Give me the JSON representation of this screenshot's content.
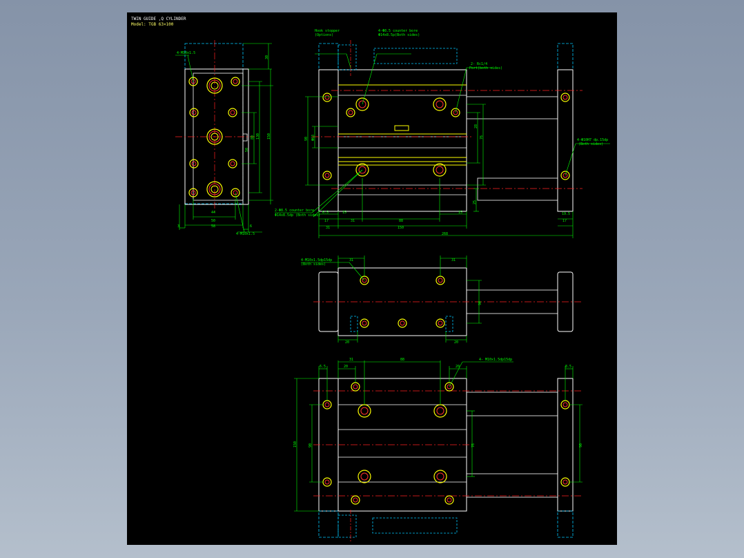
{
  "title": {
    "line1": "TWIN GUIDE ,Q CYLINDER",
    "line2": "Model: TGB 63×100"
  },
  "colors": {
    "background": "#000000",
    "outline": "#ffffff",
    "dimension": "#00ff00",
    "centerline": "#ff2020",
    "hidden": "#00c8ff",
    "hole_outer": "#ffff00",
    "hole_inner": "#ff3030"
  },
  "side_view": {
    "leader_top": "4-M10x1.5",
    "leader_bottom": "4-M10x1.5",
    "dims": {
      "top_right": "30",
      "inner_1": "80",
      "inner_2": "130",
      "inner_3": "150",
      "inner_4": "50",
      "bottom_1": "44",
      "bottom_2": "50",
      "bottom_3": "58",
      "left_small": "3",
      "right_small": "6"
    }
  },
  "front_view": {
    "leaders": {
      "stopper": "Hook stopper",
      "stopper_sub": "(Options)",
      "counter_bore": "4-Φ8.5 counter bore",
      "counter_bore_sub": "Φ14x8.5p(Both sides)",
      "port": "2- Rc1/4",
      "port_sub": "Port(both sides)",
      "guide_holes": "4-Φ10H7 dp.15dp",
      "guide_holes_sub": "(Both sides)",
      "center_holes": "2-Φ8.5 counter bore",
      "center_holes_sub": "Φ14x8.5dp (Both sides)"
    },
    "dims": {
      "left_1": "90",
      "left_2": "Φ63",
      "right_1": "28",
      "right_2": "76",
      "right_3": "25",
      "b1": "6.5",
      "b2": "17",
      "b3": "15",
      "b4": "31",
      "b5": "88",
      "b6": "15",
      "b7": "150",
      "b8": "31",
      "b9": "19.5",
      "b10": "17",
      "total": "268"
    }
  },
  "middle_view": {
    "leader": "4-M10x1.5dp15dp",
    "leader_sub": "(Both sides)",
    "dims": {
      "top_left": "31",
      "top_right": "31",
      "right": "90",
      "bottom_left": "20",
      "bottom_right": "20"
    }
  },
  "bottom_view": {
    "leader": "4- M10x1.5dp15dp",
    "dims": {
      "t1": "6.5",
      "t2": "20",
      "t3": "31",
      "t4": "88",
      "t5": "20",
      "t6": "8.5",
      "left_outer": "150",
      "left_inner": "90",
      "center": "76",
      "right": "90"
    }
  }
}
